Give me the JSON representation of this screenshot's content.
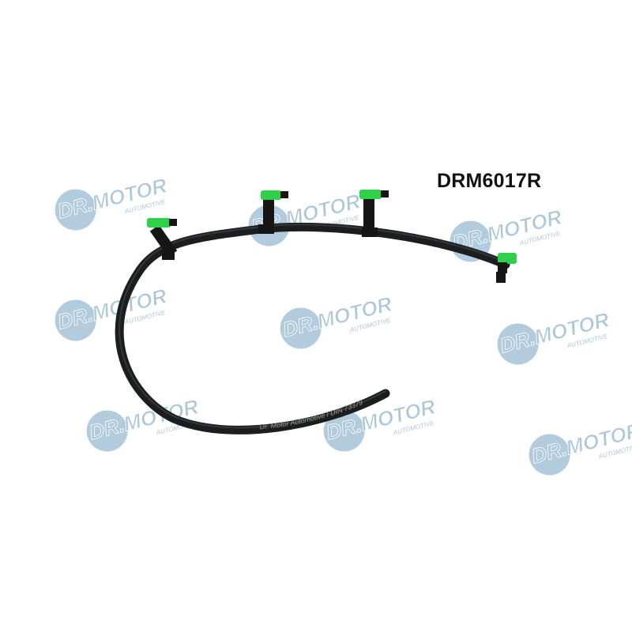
{
  "product": {
    "part_number": "DRM6017R",
    "hose_print": "Dr. Motor Automotive / DIN 73379"
  },
  "watermark": {
    "brand": "DR.MOTOR",
    "tagline": "AUTOMOTIVE",
    "badge_color": "#8fb3cc",
    "text_color": "#9dbdd3"
  },
  "colors": {
    "hose": "#1b1d1f",
    "connector_green": "#2fd04a",
    "connector_black": "#161616",
    "background": "#ffffff"
  }
}
